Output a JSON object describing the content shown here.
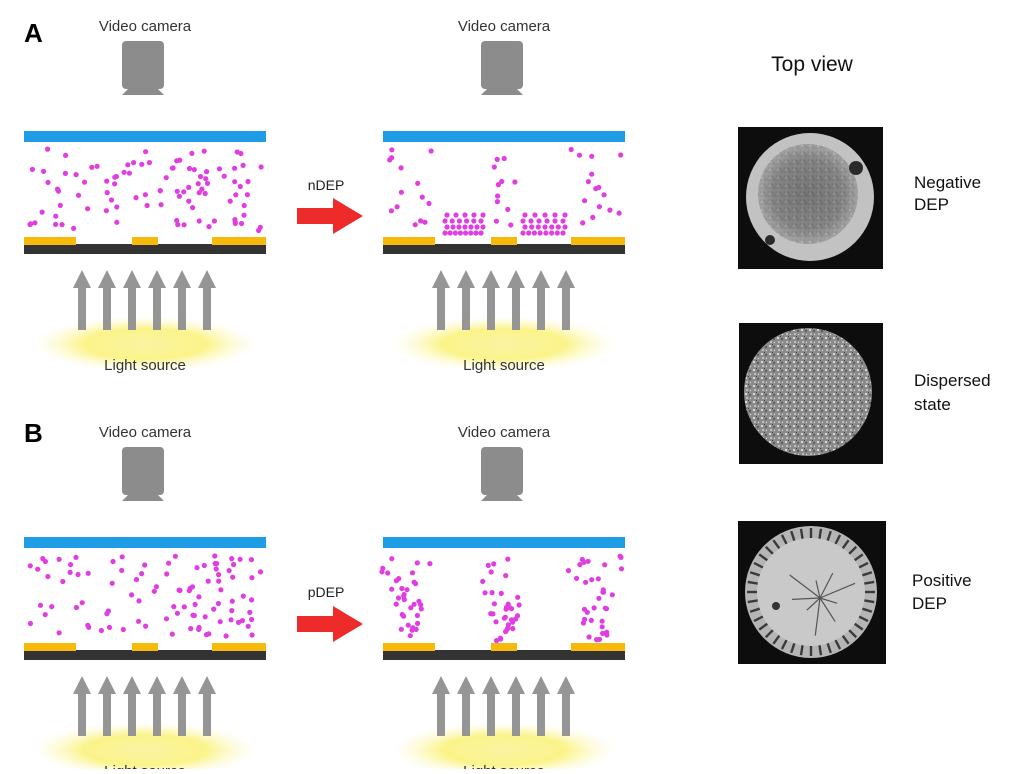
{
  "panels": [
    {
      "label": "A",
      "mechanism": "nDEP",
      "cameraLabel": "Video camera",
      "lightLabel": "Light source",
      "result": "negative"
    },
    {
      "label": "B",
      "mechanism": "pDEP",
      "cameraLabel": "Video camera",
      "lightLabel": "Light source",
      "result": "positive"
    }
  ],
  "topView": {
    "title": "Top view",
    "items": [
      {
        "label1": "Negative",
        "label2": "DEP",
        "style": "negative"
      },
      {
        "label1": "Dispersed",
        "label2": "state",
        "style": "dispersed"
      },
      {
        "label1": "Positive",
        "label2": "DEP",
        "style": "positive"
      }
    ]
  },
  "colors": {
    "topPlate": "#1e9ce6",
    "electrode": "#f7b90a",
    "substrate": "#333333",
    "particle": "#e03ee0",
    "arrow": "#ee2b2b",
    "camera": "#8c8c8c",
    "lightArrow": "#959595",
    "glow": "#fbf48a"
  }
}
